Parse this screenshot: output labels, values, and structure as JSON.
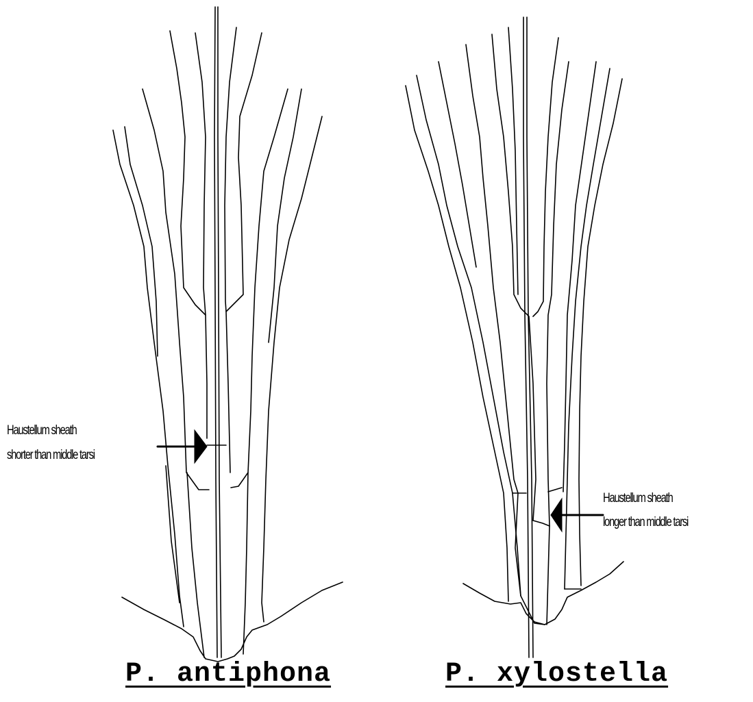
{
  "left_specimen": {
    "species_name": "P. antiphona",
    "annotation_line1": "Haustellum sheath",
    "annotation_line2": "shorter than middle tarsi"
  },
  "right_specimen": {
    "species_name": "P. xylostella",
    "annotation_line1": "Haustellum sheath",
    "annotation_line2": "longer than middle tarsi"
  },
  "colors": {
    "line": "#000000",
    "background": "#ffffff"
  }
}
